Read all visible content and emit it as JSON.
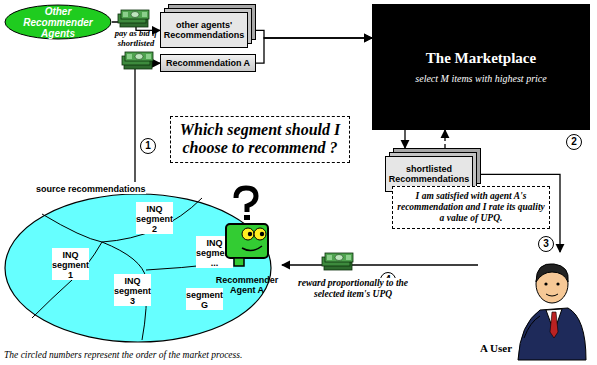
{
  "diagram": {
    "caption": "The circled numbers represent the order of the market process.",
    "nodes": [
      {
        "text": [
          "Other Recommender Agents"
        ]
      },
      {
        "text": [
          "other agents' Recommendations"
        ]
      },
      {
        "text": [
          "Recommendation A"
        ]
      },
      {
        "text": [
          "The Marketplace",
          "select M items with highest price"
        ]
      },
      {
        "text": [
          "shortlisted Recommendations"
        ]
      },
      {
        "text": [
          "Which segment should I choose to recommend ?"
        ]
      },
      {
        "text": [
          "I am satisfied with agent A's recommendation and I rate its quality a value of UPQ."
        ]
      },
      {
        "text": [
          "source recommendations"
        ]
      },
      {
        "text": [
          "INQ segment 2"
        ],
        "in": 7
      },
      {
        "text": [
          "INQ segment ..."
        ],
        "in": 7
      },
      {
        "text": [
          "INQ segment 1"
        ],
        "in": 7
      },
      {
        "text": [
          "INQ segment 3"
        ],
        "in": 7
      },
      {
        "text": [
          "segment G"
        ],
        "in": 7
      },
      {
        "text": [
          "Recommender Agent A"
        ]
      },
      {
        "text": [
          "A User"
        ]
      }
    ],
    "edges": [
      {
        "from": 0,
        "to": 1,
        "arrow": "to"
      },
      {
        "from": 8,
        "to": 2,
        "arrow": "to"
      },
      {
        "from": 1,
        "to": 3,
        "arrow": "to"
      },
      {
        "from": 2,
        "to": 3,
        "arrow": "to"
      },
      {
        "from": 3,
        "to": 4,
        "arrow": "to"
      },
      {
        "from": 4,
        "to": 3,
        "arrow": "to"
      },
      {
        "from": 4,
        "to": 14,
        "arrow": "to"
      },
      {
        "from": 14,
        "to": 13,
        "arrow": "to"
      }
    ],
    "labels": [
      "pay as bid if shortlisted",
      "1",
      "2",
      "3",
      "4",
      "reward proportionally to the selected item's UPQ"
    ]
  }
}
